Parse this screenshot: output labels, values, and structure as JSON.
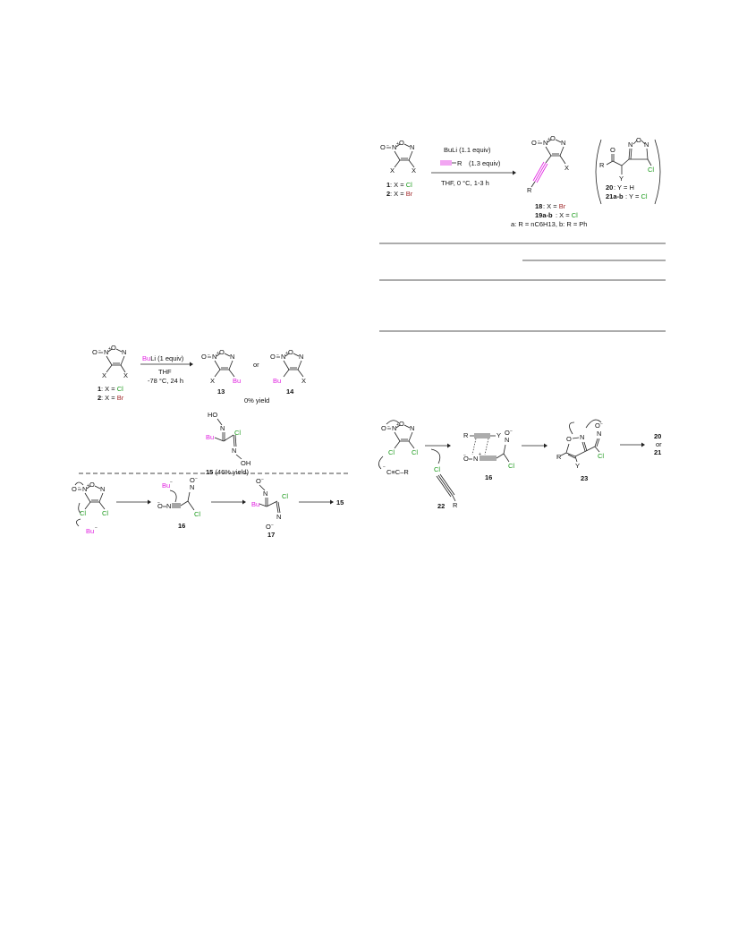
{
  "left_scheme": {
    "reagent_bu": "Bu",
    "reagent_rest": "Li (1 equiv)",
    "solvent": "THF",
    "conditions": "-78 °C, 24 h",
    "sm_1_label": "1",
    "sm_1_text": ": X = ",
    "sm_1_x": "Cl",
    "sm_2_label": "2",
    "sm_2_text": ": X = ",
    "sm_2_x": "Br",
    "or_text": "or",
    "prod_13": "13",
    "prod_14": "14",
    "yield_text": "0% yield",
    "prod_15": "15",
    "yield_15": "(46% yield)"
  },
  "left_mechanism": {
    "label_16": "16",
    "label_17": "17",
    "label_15": "15",
    "bu": "Bu"
  },
  "right_scheme": {
    "reagent_1": "BuLi (1.1 equiv)",
    "alkyne_r": "R",
    "alkyne_equiv": "(1.3 equiv)",
    "conditions": "THF, 0 °C, 1-3 h",
    "sm_1_label": "1",
    "sm_1_text": ": X = ",
    "sm_1_x": "Cl",
    "sm_2_label": "2",
    "sm_2_text": ": X = ",
    "sm_2_x": "Br",
    "p18_label": "18",
    "p18_text": ": X = ",
    "p18_x": "Br",
    "p19_label": "19a-b",
    "p19_text": ": X = ",
    "p19_x": "Cl",
    "sub_text": "a: R = nC6H13, b: R = Ph",
    "p20_label": "20",
    "p20_text": ": Y = H",
    "p21_label": "21a-b",
    "p21_text": ": Y = ",
    "p21_y": "Cl"
  },
  "right_mechanism": {
    "label_16": "16",
    "label_22": "22",
    "label_23": "23",
    "label_20": "20",
    "or_text": "or",
    "label_21": "21",
    "acetylide": "C≡C–R"
  }
}
